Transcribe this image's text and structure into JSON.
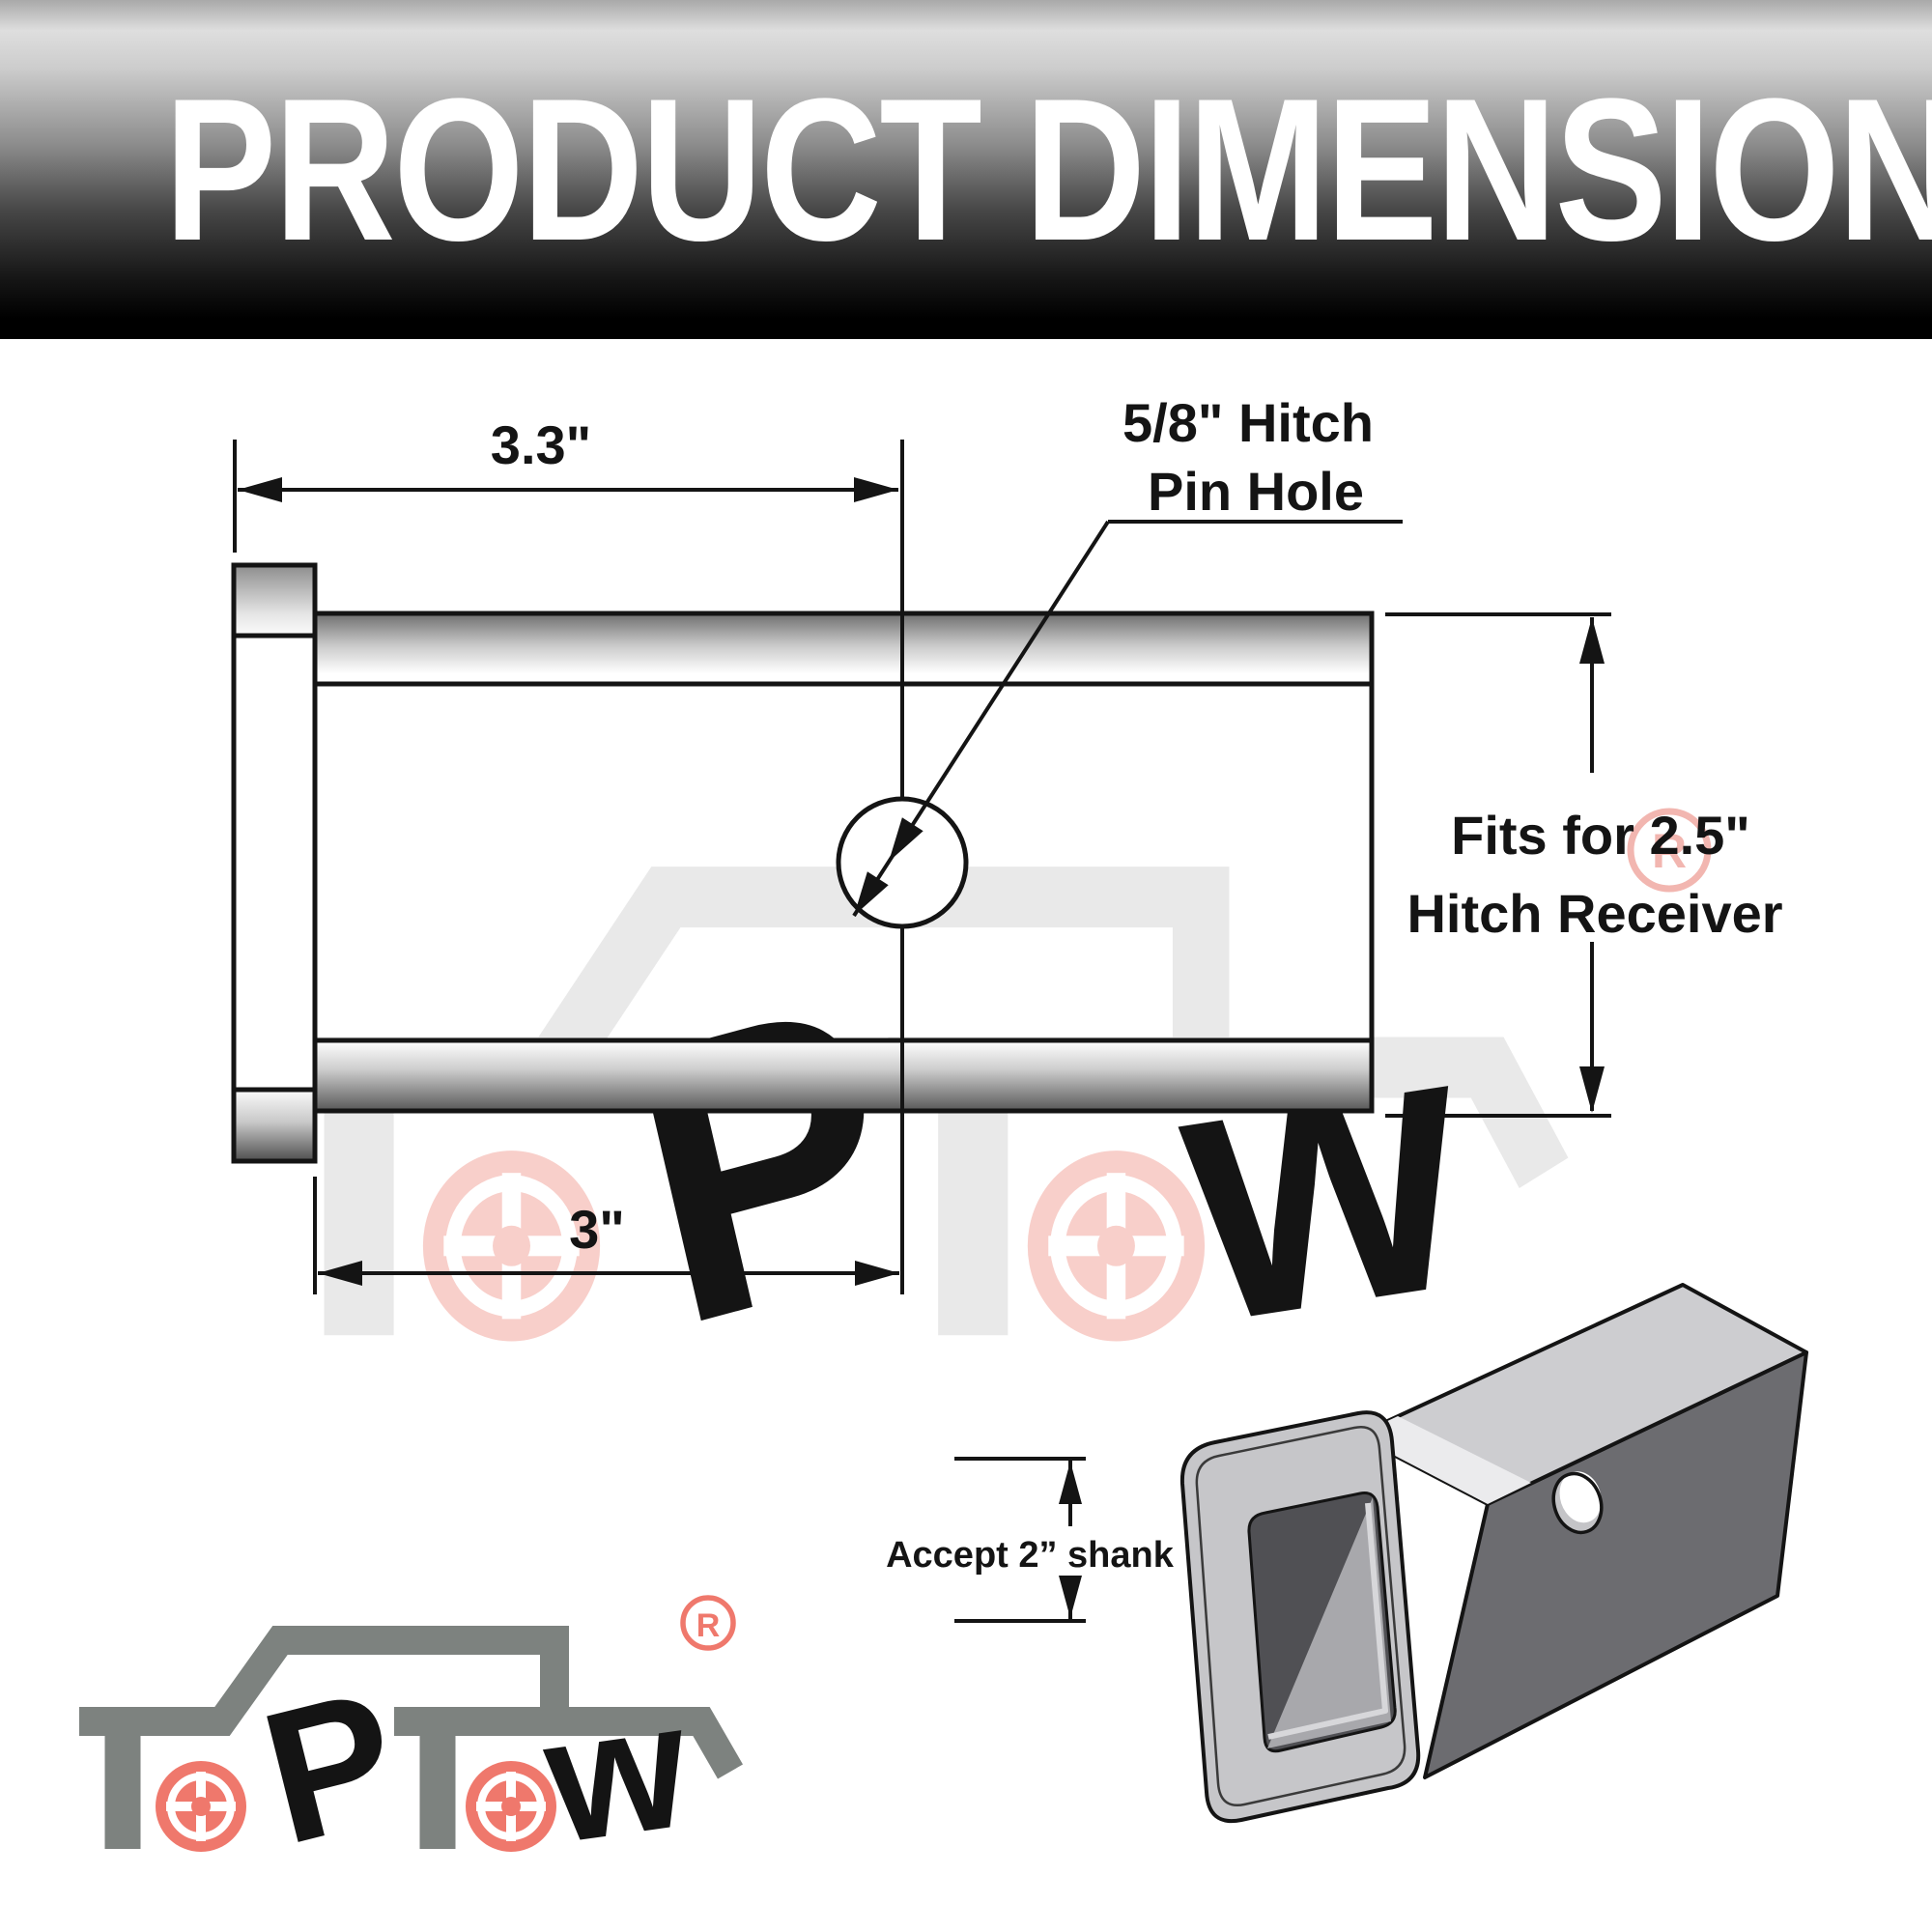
{
  "banner": {
    "title": "PRODUCT DIMENSION"
  },
  "diagram": {
    "top_length": "3.3\"",
    "hole_offset": "3\"",
    "pin_label_line1": "5/8\" Hitch",
    "pin_label_line2": "Pin Hole",
    "fit_label_line1": "Fits for 2.5\"",
    "fit_label_line2": "Hitch Receiver",
    "shank_label": "Accept 2” shank"
  },
  "brand": {
    "wordmark": "TOPTOW",
    "letter_p": "P",
    "letter_w": "w",
    "registered": "R"
  },
  "colors": {
    "logo_gray": "#7d827f",
    "logo_red": "#ef786c",
    "watermark_gray": "#e9e9e9",
    "watermark_red": "#f8cfca",
    "drawing_ink": "#141414"
  }
}
